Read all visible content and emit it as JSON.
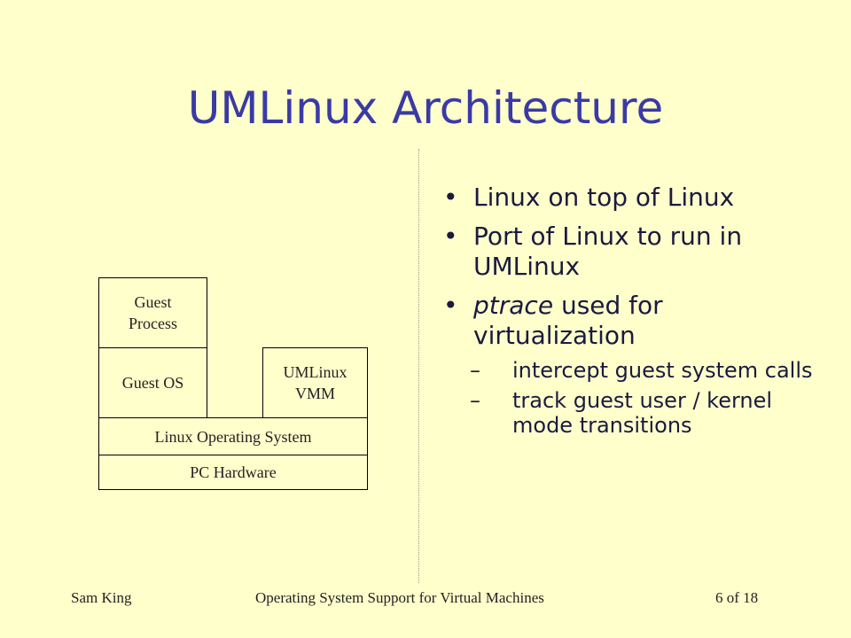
{
  "slide": {
    "title": "UMLinux Architecture",
    "diagram": {
      "guest_process": "Guest Process",
      "guest_os": "Guest OS",
      "umlinux_vmm": "UMLinux VMM",
      "linux_os": "Linux Operating System",
      "pc_hardware": "PC Hardware"
    },
    "bullets": {
      "b1": "Linux on top of Linux",
      "b2": "Port of Linux to run in UMLinux",
      "b3_em": "ptrace",
      "b3_rest": " used for virtualization",
      "s1": "intercept guest system calls",
      "s2": "track guest user / kernel mode transitions",
      "bullet_symbol": "•",
      "dash_symbol": "–"
    },
    "footer": {
      "left": "Sam King",
      "center": "Operating System Support for Virtual Machines",
      "right": "6 of 18"
    }
  }
}
